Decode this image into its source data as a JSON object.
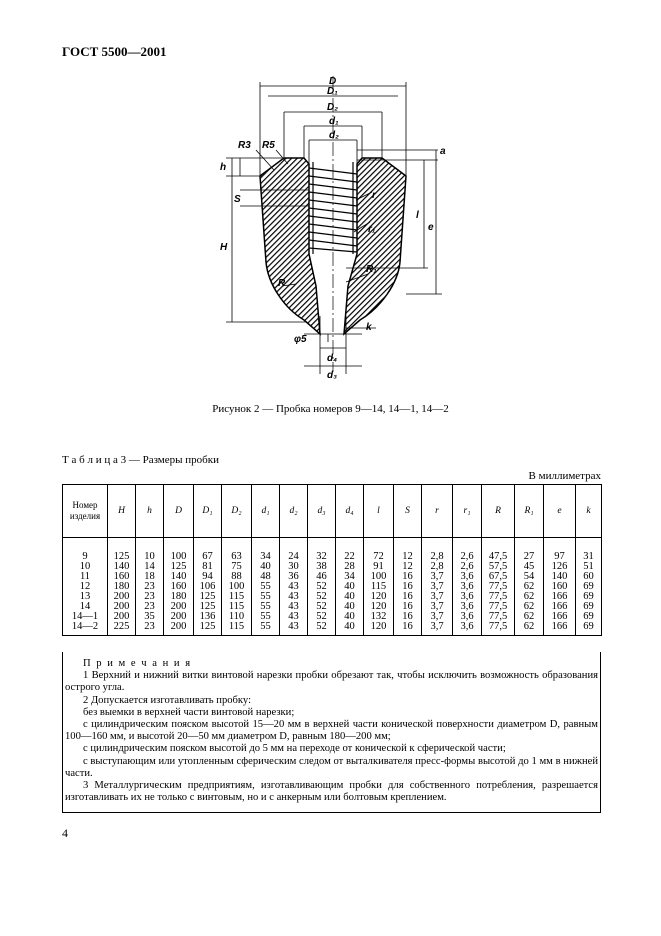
{
  "header": {
    "standard": "ГОСТ 5500—2001"
  },
  "figure": {
    "caption": "Рисунок 2 — Пробка номеров 9—14, 14—1, 14—2",
    "labels": {
      "D": "D",
      "D1": "D₁",
      "D2": "D₂",
      "d1": "d₁",
      "d2": "d₂",
      "R3": "R3",
      "R5": "R5",
      "a": "a",
      "h": "h",
      "S": "S",
      "H": "H",
      "l": "l",
      "e": "e",
      "r": "r",
      "r1": "r₁",
      "R": "R",
      "R1": "R₁",
      "k": "k",
      "phi5": "φ5",
      "d4": "d₄",
      "d3": "d₃"
    }
  },
  "table": {
    "title": "Т а б л и ц а  3 — Размеры пробки",
    "units": "В миллиметрах",
    "headers": [
      "Номер изделия",
      "H",
      "h",
      "D",
      "D₁",
      "D₂",
      "d₁",
      "d₂",
      "d₃",
      "d₄",
      "l",
      "S",
      "r",
      "r₁",
      "R",
      "R₁",
      "e",
      "k"
    ],
    "rows": [
      [
        "9",
        "125",
        "10",
        "100",
        "67",
        "63",
        "34",
        "24",
        "32",
        "22",
        "72",
        "12",
        "2,8",
        "2,6",
        "47,5",
        "27",
        "97",
        "31"
      ],
      [
        "10",
        "140",
        "14",
        "125",
        "81",
        "75",
        "40",
        "30",
        "38",
        "28",
        "91",
        "12",
        "2,8",
        "2,6",
        "57,5",
        "45",
        "126",
        "51"
      ],
      [
        "11",
        "160",
        "18",
        "140",
        "94",
        "88",
        "48",
        "36",
        "46",
        "34",
        "100",
        "16",
        "3,7",
        "3,6",
        "67,5",
        "54",
        "140",
        "60"
      ],
      [
        "12",
        "180",
        "23",
        "160",
        "106",
        "100",
        "55",
        "43",
        "52",
        "40",
        "115",
        "16",
        "3,7",
        "3,6",
        "77,5",
        "62",
        "160",
        "69"
      ],
      [
        "13",
        "200",
        "23",
        "180",
        "125",
        "115",
        "55",
        "43",
        "52",
        "40",
        "120",
        "16",
        "3,7",
        "3,6",
        "77,5",
        "62",
        "166",
        "69"
      ],
      [
        "14",
        "200",
        "23",
        "200",
        "125",
        "115",
        "55",
        "43",
        "52",
        "40",
        "120",
        "16",
        "3,7",
        "3,6",
        "77,5",
        "62",
        "166",
        "69"
      ],
      [
        "14—1",
        "200",
        "35",
        "200",
        "136",
        "110",
        "55",
        "43",
        "52",
        "40",
        "132",
        "16",
        "3,7",
        "3,6",
        "77,5",
        "62",
        "166",
        "69"
      ],
      [
        "14—2",
        "225",
        "23",
        "200",
        "125",
        "115",
        "55",
        "43",
        "52",
        "40",
        "120",
        "16",
        "3,7",
        "3,6",
        "77,5",
        "62",
        "166",
        "69"
      ]
    ]
  },
  "notes": {
    "heading": "П р и м е ч а н и я",
    "items": [
      "1 Верхний и нижний витки винтовой нарезки пробки обрезают так, чтобы исключить возможность образования острого угла.",
      "2 Допускается изготавливать пробку:",
      "без выемки в верхней части винтовой нарезки;",
      "с цилиндрическим пояском высотой 15—20 мм в верхней части конической поверхности диаметром D, равным 100—160 мм, и высотой 20—50 мм диаметром D, равным 180—200 мм;",
      "с цилиндрическим пояском высотой до 5 мм на переходе от конической к сферической части;",
      "с выступающим или утопленным сферическим следом от выталкивателя пресс-формы высотой до 1 мм в нижней части.",
      "3 Металлургическим предприятиям, изготавливающим пробки для собственного потребления, разрешается изготавливать их не только с винтовым, но и с анкерным или болтовым креплением."
    ]
  },
  "page_number": "4"
}
